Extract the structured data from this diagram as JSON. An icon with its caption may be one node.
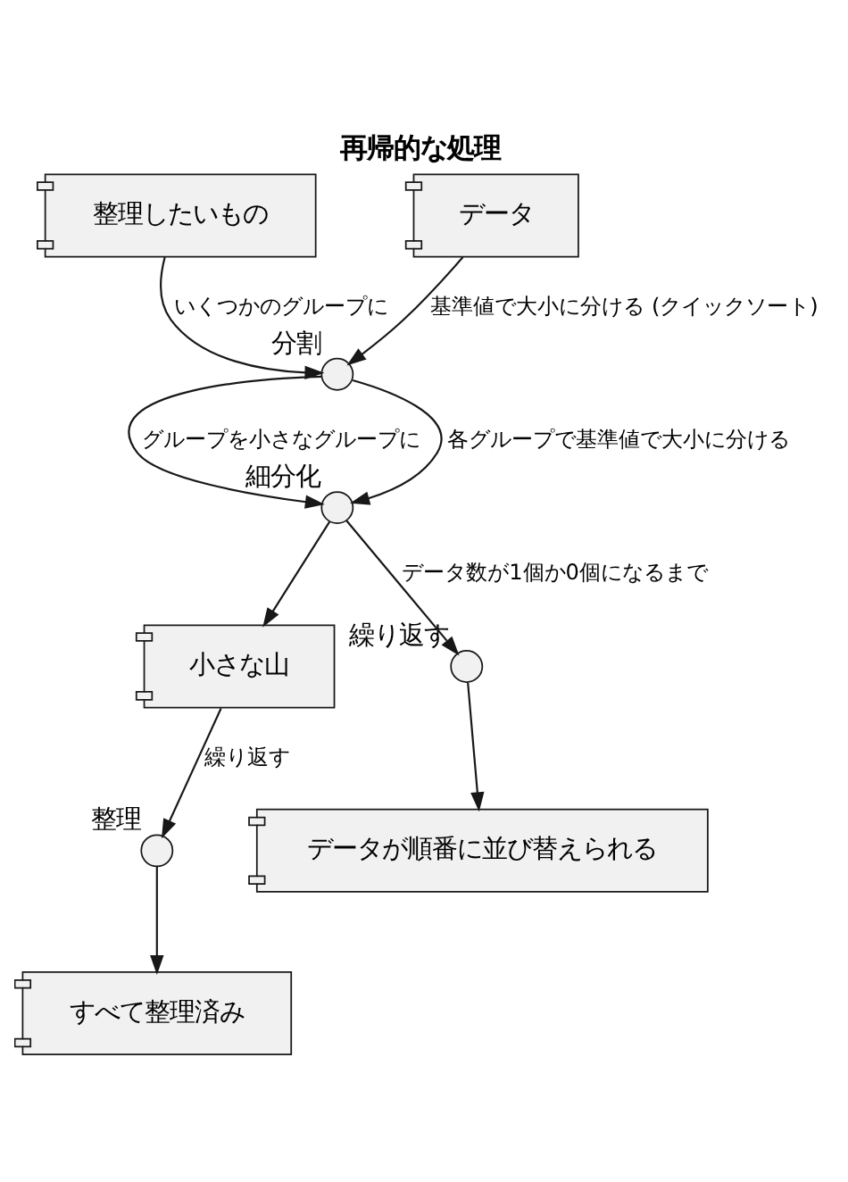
{
  "diagram": {
    "title": "再帰的な処理",
    "nodes": [
      {
        "text": [
          "整理したいもの"
        ]
      },
      {
        "text": [
          "データ"
        ]
      },
      {
        "text": [
          "分割"
        ]
      },
      {
        "text": [
          "細分化"
        ]
      },
      {
        "text": [
          "小さな山"
        ]
      },
      {
        "text": [
          "繰り返す"
        ]
      },
      {
        "text": [
          "整理"
        ]
      },
      {
        "text": [
          "データが順番に並び替えられる"
        ]
      },
      {
        "text": [
          "すべて整理済み"
        ]
      }
    ],
    "edges": [
      {
        "from": 0,
        "to": 2,
        "arrow": "to",
        "label": "いくつかのグループに"
      },
      {
        "from": 1,
        "to": 2,
        "arrow": "to",
        "label": "基準値で大小に分ける (クイックソート)"
      },
      {
        "from": 2,
        "to": 3,
        "arrow": "to",
        "label": "グループを小さなグループに"
      },
      {
        "from": 2,
        "to": 3,
        "arrow": "to",
        "label": "各グループで基準値で大小に分ける"
      },
      {
        "from": 3,
        "to": 4,
        "arrow": "to"
      },
      {
        "from": 3,
        "to": 5,
        "arrow": "to",
        "label": "データ数が1個か0個になるまで"
      },
      {
        "from": 4,
        "to": 6,
        "arrow": "to",
        "label": "繰り返す"
      },
      {
        "from": 5,
        "to": 7,
        "arrow": "to"
      },
      {
        "from": 6,
        "to": 8,
        "arrow": "to"
      }
    ]
  }
}
